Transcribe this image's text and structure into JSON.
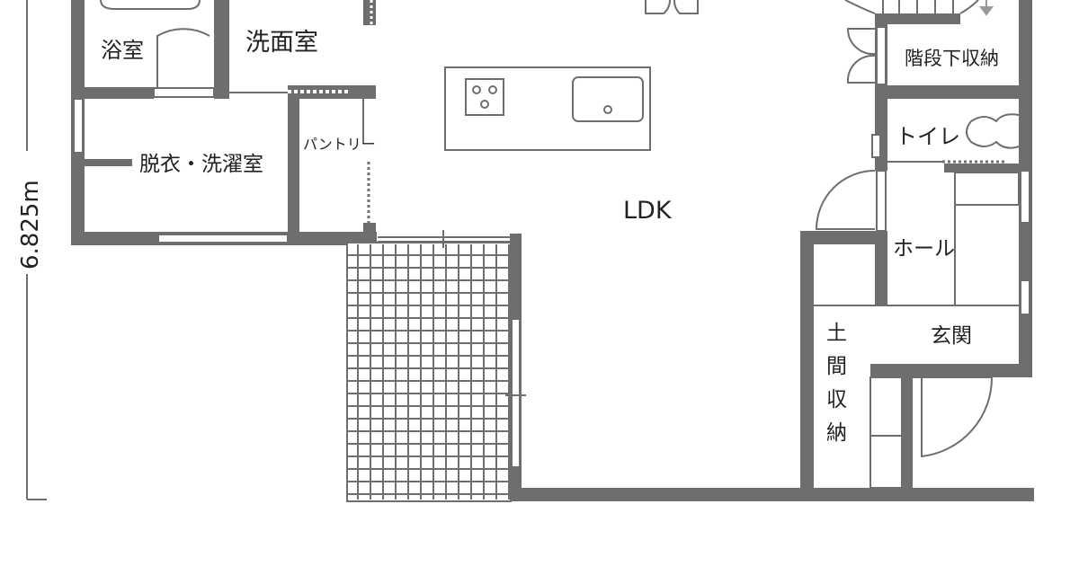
{
  "plan": {
    "dimension": "6.825m",
    "rooms": {
      "bath": "浴室",
      "washroom": "洗面室",
      "laundry": "脱衣・洗濯室",
      "pantry": "パントリー",
      "ldk": "LDK",
      "under_stair_storage": "階段下収納",
      "toilet": "トイレ",
      "hall": "ホール",
      "entrance": "玄関",
      "earthen_storage": [
        "土",
        "間",
        "収",
        "納"
      ]
    },
    "colors": {
      "wall": "#6e6e6e",
      "text": "#222222"
    }
  }
}
